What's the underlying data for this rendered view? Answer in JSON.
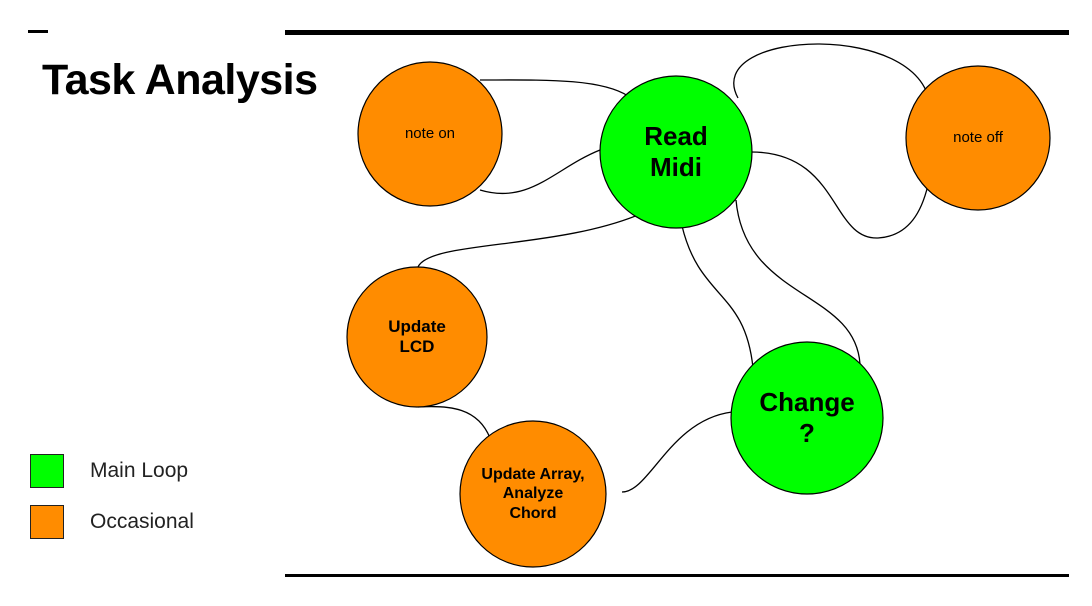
{
  "slide": {
    "title": "Task Analysis"
  },
  "colors": {
    "main_loop": "#00ff00",
    "occasional": "#ff8c00",
    "outline": "#000000",
    "connector": "#000000"
  },
  "nodes": [
    {
      "id": "read-midi",
      "label": "Read\nMidi",
      "category": "main_loop",
      "bold": true
    },
    {
      "id": "change",
      "label": "Change\n?",
      "category": "main_loop",
      "bold": true
    },
    {
      "id": "note-on",
      "label": "note on",
      "category": "occasional",
      "bold": false
    },
    {
      "id": "note-off",
      "label": "note off",
      "category": "occasional",
      "bold": false
    },
    {
      "id": "update-lcd",
      "label": "Update\nLCD",
      "category": "occasional",
      "bold": true
    },
    {
      "id": "update-array",
      "label": "Update Array,\nAnalyze\nChord",
      "category": "occasional",
      "bold": true
    }
  ],
  "edges": [
    {
      "from": "read-midi",
      "to": "note-on"
    },
    {
      "from": "note-on",
      "to": "read-midi"
    },
    {
      "from": "read-midi",
      "to": "note-off"
    },
    {
      "from": "note-off",
      "to": "read-midi"
    },
    {
      "from": "read-midi",
      "to": "update-lcd"
    },
    {
      "from": "read-midi",
      "to": "change"
    },
    {
      "from": "change",
      "to": "read-midi"
    },
    {
      "from": "update-lcd",
      "to": "update-array"
    },
    {
      "from": "update-array",
      "to": "change"
    }
  ],
  "legend": {
    "items": [
      {
        "label": "Main Loop",
        "category": "main_loop"
      },
      {
        "label": "Occasional",
        "category": "occasional"
      }
    ]
  }
}
